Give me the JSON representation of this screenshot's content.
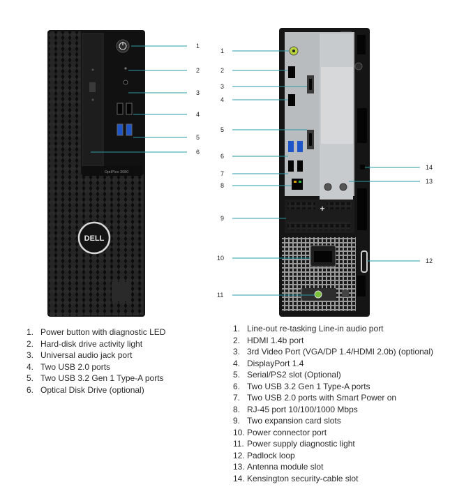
{
  "front_callouts": [
    "1",
    "2",
    "3",
    "4",
    "5",
    "6"
  ],
  "rear_callouts": [
    "1",
    "2",
    "3",
    "4",
    "5",
    "6",
    "7",
    "8",
    "9",
    "10",
    "11",
    "12",
    "13",
    "14"
  ],
  "front_panel": {
    "model_label": "OptiPlex 3080",
    "logo_text": "DELL"
  },
  "front_legend": [
    {
      "num": "1.",
      "text": "Power button with diagnostic LED"
    },
    {
      "num": "2.",
      "text": "Hard-disk drive activity light"
    },
    {
      "num": "3.",
      "text": "Universal audio jack port"
    },
    {
      "num": "4.",
      "text": "Two USB 2.0 ports"
    },
    {
      "num": "5.",
      "text": "Two USB 3.2 Gen 1 Type-A ports"
    },
    {
      "num": "6.",
      "text": "Optical Disk Drive (optional)"
    }
  ],
  "rear_legend": [
    {
      "num": "1.",
      "text": "Line-out re-tasking Line-in audio port"
    },
    {
      "num": "2.",
      "text": "HDMI 1.4b port"
    },
    {
      "num": "3.",
      "text": "3rd Video Port (VGA/DP 1.4/HDMI 2.0b) (optional)"
    },
    {
      "num": "4.",
      "text": "DisplayPort 1.4"
    },
    {
      "num": "5.",
      "text": "Serial/PS2 slot  (Optional)"
    },
    {
      "num": "6.",
      "text": "Two USB 3.2 Gen 1 Type-A ports"
    },
    {
      "num": "7.",
      "text": "Two USB 2.0 ports with Smart Power on"
    },
    {
      "num": "8.",
      "text": "RJ-45 port 10/100/1000 Mbps"
    },
    {
      "num": "9.",
      "text": "Two expansion card slots"
    },
    {
      "num": "10.",
      "text": "Power connector port"
    },
    {
      "num": "11.",
      "text": "Power supply diagnostic light"
    },
    {
      "num": "12.",
      "text": "Padlock loop"
    },
    {
      "num": "13.",
      "text": "Antenna module slot"
    },
    {
      "num": "14.",
      "text": "Kensington security-cable slot"
    }
  ],
  "colors": {
    "leader": "#2a9aa8",
    "chassis": "#161616",
    "rear_panel": "#b9bcbf"
  }
}
